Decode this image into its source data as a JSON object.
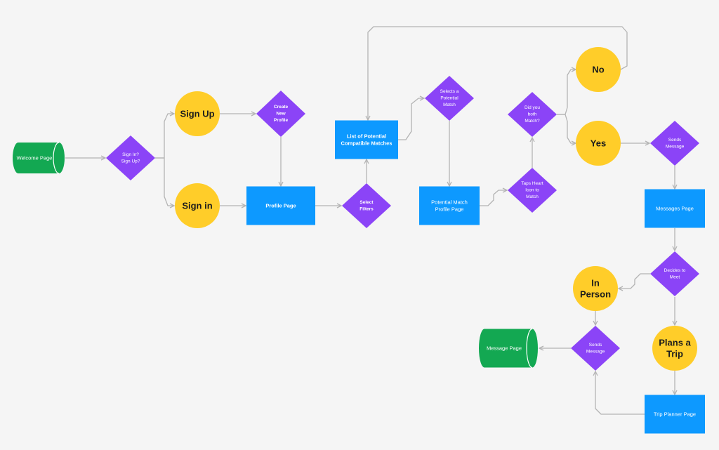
{
  "colors": {
    "background": "#f5f5f5",
    "connector": "#b4b4b4",
    "start_end": "#13a852",
    "decision": "#8b44f7",
    "process": "#0d99ff",
    "outcome": "#ffcd29",
    "outcome_text": "#1c1c1c",
    "shape_text": "#ffffff"
  },
  "nodes": {
    "welcome": {
      "type": "cylinder",
      "lines": [
        "Welcome Page"
      ]
    },
    "signin_signup": {
      "type": "decision",
      "lines": [
        "Sign In?",
        "Sign Up?"
      ]
    },
    "sign_up": {
      "type": "outcome",
      "lines": [
        "Sign Up"
      ]
    },
    "sign_in": {
      "type": "outcome",
      "lines": [
        "Sign in"
      ]
    },
    "create_profile": {
      "type": "decision",
      "lines": [
        "Create",
        "New",
        "Profile"
      ]
    },
    "profile_page": {
      "type": "process",
      "lines": [
        "Profile Page"
      ]
    },
    "select_filters": {
      "type": "decision",
      "lines": [
        "Select",
        "Filters"
      ]
    },
    "potential_list": {
      "type": "process",
      "lines": [
        "List of Potential",
        "Compatible Matches"
      ]
    },
    "selects_match": {
      "type": "decision",
      "lines": [
        "Selects a",
        "Potential",
        "Match"
      ]
    },
    "match_profile": {
      "type": "process",
      "lines": [
        "Potential Match",
        "Profile Page"
      ]
    },
    "taps_heart": {
      "type": "decision",
      "lines": [
        "Taps Heart",
        "Icon to",
        "Match"
      ]
    },
    "both_match": {
      "type": "decision",
      "lines": [
        "Did you",
        "both",
        "Match?"
      ]
    },
    "no": {
      "type": "outcome",
      "lines": [
        "No"
      ]
    },
    "yes": {
      "type": "outcome",
      "lines": [
        "Yes"
      ]
    },
    "sends_message_1": {
      "type": "decision",
      "lines": [
        "Sends",
        "Message"
      ]
    },
    "messages_page": {
      "type": "process",
      "lines": [
        "Messages Page"
      ]
    },
    "decides_meet": {
      "type": "decision",
      "lines": [
        "Decides to",
        "Meet"
      ]
    },
    "in_person": {
      "type": "outcome",
      "lines": [
        "In",
        "Person"
      ]
    },
    "plans_trip": {
      "type": "outcome",
      "lines": [
        "Plans a",
        "Trip"
      ]
    },
    "sends_message_2": {
      "type": "decision",
      "lines": [
        "Sends",
        "Message"
      ]
    },
    "message_page": {
      "type": "cylinder",
      "lines": [
        "Message Page"
      ]
    },
    "trip_planner": {
      "type": "process",
      "lines": [
        "Trip Planner Page"
      ]
    }
  },
  "edges": [
    {
      "from": "welcome",
      "to": "signin_signup"
    },
    {
      "from": "signin_signup",
      "to": "sign_up"
    },
    {
      "from": "signin_signup",
      "to": "sign_in"
    },
    {
      "from": "sign_up",
      "to": "create_profile"
    },
    {
      "from": "create_profile",
      "to": "profile_page"
    },
    {
      "from": "sign_in",
      "to": "profile_page"
    },
    {
      "from": "profile_page",
      "to": "select_filters"
    },
    {
      "from": "select_filters",
      "to": "potential_list"
    },
    {
      "from": "potential_list",
      "to": "selects_match"
    },
    {
      "from": "selects_match",
      "to": "match_profile"
    },
    {
      "from": "match_profile",
      "to": "taps_heart"
    },
    {
      "from": "taps_heart",
      "to": "both_match"
    },
    {
      "from": "both_match",
      "to": "no"
    },
    {
      "from": "both_match",
      "to": "yes"
    },
    {
      "from": "no",
      "to": "potential_list"
    },
    {
      "from": "yes",
      "to": "sends_message_1"
    },
    {
      "from": "sends_message_1",
      "to": "messages_page"
    },
    {
      "from": "messages_page",
      "to": "decides_meet"
    },
    {
      "from": "decides_meet",
      "to": "in_person"
    },
    {
      "from": "decides_meet",
      "to": "plans_trip"
    },
    {
      "from": "in_person",
      "to": "sends_message_2"
    },
    {
      "from": "plans_trip",
      "to": "trip_planner"
    },
    {
      "from": "trip_planner",
      "to": "sends_message_2"
    },
    {
      "from": "sends_message_2",
      "to": "message_page"
    }
  ]
}
